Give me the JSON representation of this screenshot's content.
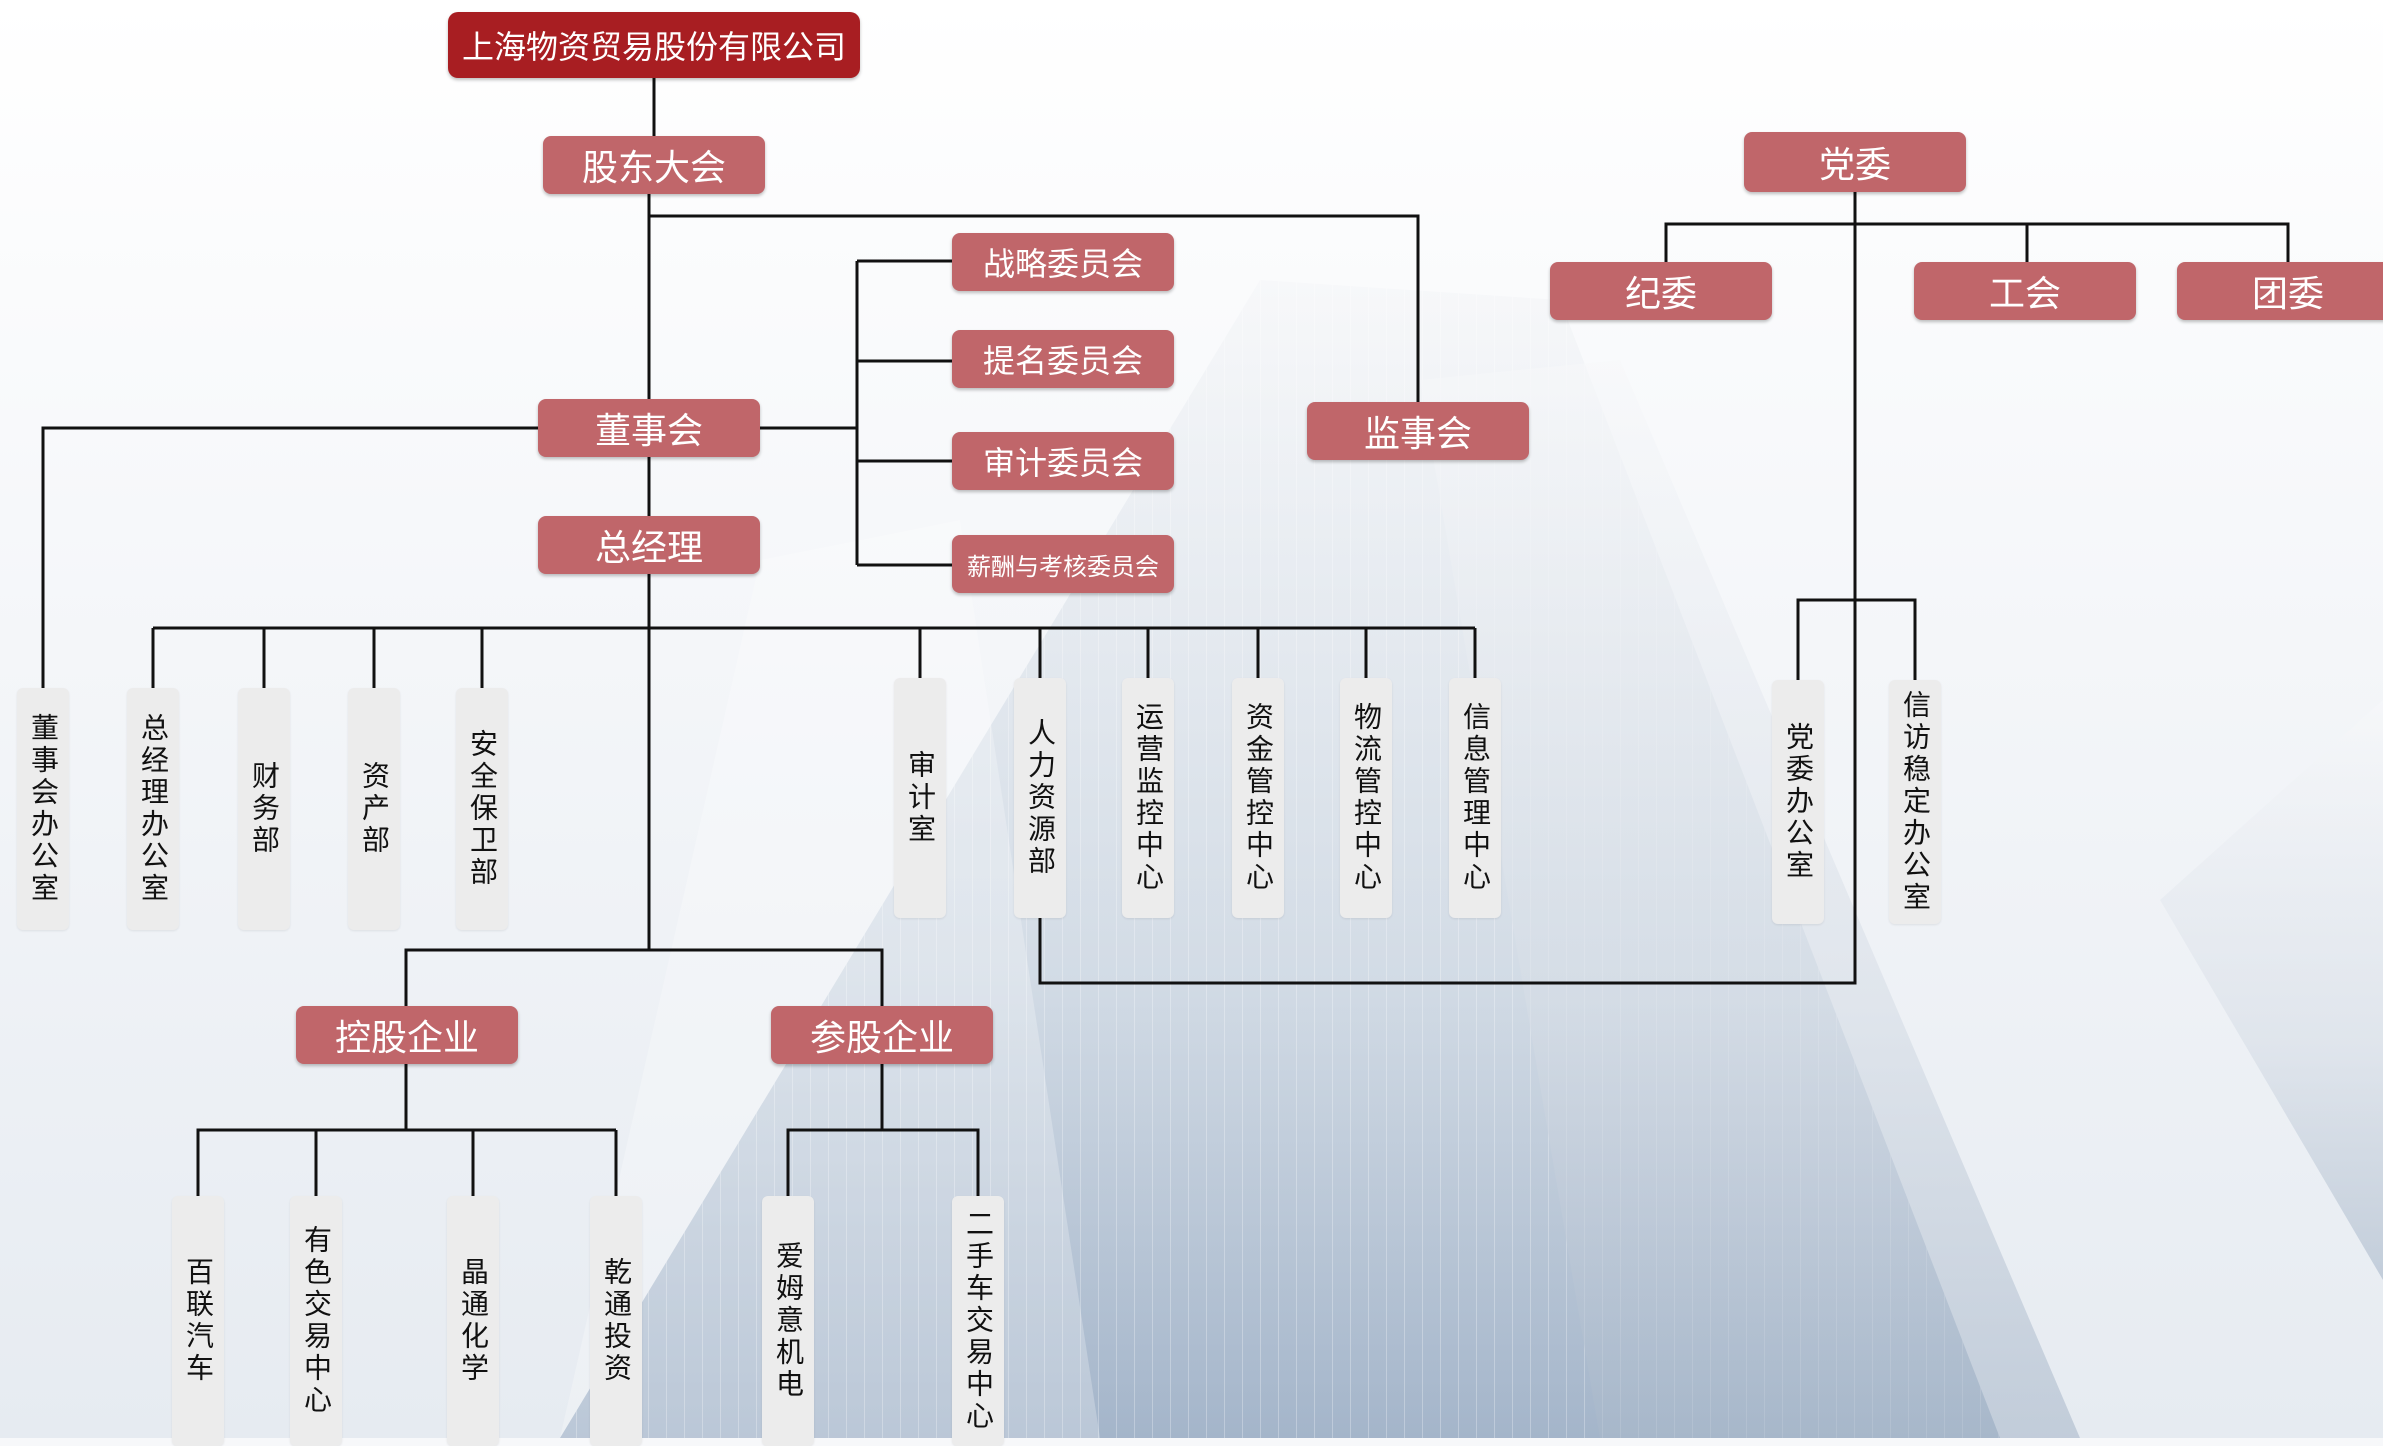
{
  "company": "上海物资贸易股份有限公司",
  "governance": {
    "shareholders": "股东大会",
    "board": "董事会",
    "supervisors": "监事会",
    "gm": "总经理"
  },
  "committees": [
    "战略委员会",
    "提名委员会",
    "审计委员会",
    "薪酬与考核委员会"
  ],
  "party": {
    "committee": "党委",
    "branches": [
      "纪委",
      "工会",
      "团委"
    ],
    "offices": [
      "党委办公室",
      "信访稳定办公室"
    ]
  },
  "departments": [
    "董事会办公室",
    "总经理办公室",
    "财务部",
    "资产部",
    "安全保卫部",
    "审计室",
    "人力资源部",
    "运营监控中心",
    "资金管控中心",
    "物流管控中心",
    "信息管理中心"
  ],
  "holding": {
    "label": "控股企业",
    "companies": [
      "百联汽车",
      "有色交易中心",
      "晶通化学",
      "乾通投资"
    ]
  },
  "participating": {
    "label": "参股企业",
    "companies": [
      "爱姆意机电",
      "二手车交易中心"
    ]
  },
  "colors": {
    "node_red": "#c0666a",
    "top_red": "#a81e22",
    "dept_gray": "#ececec",
    "line": "#111111"
  }
}
